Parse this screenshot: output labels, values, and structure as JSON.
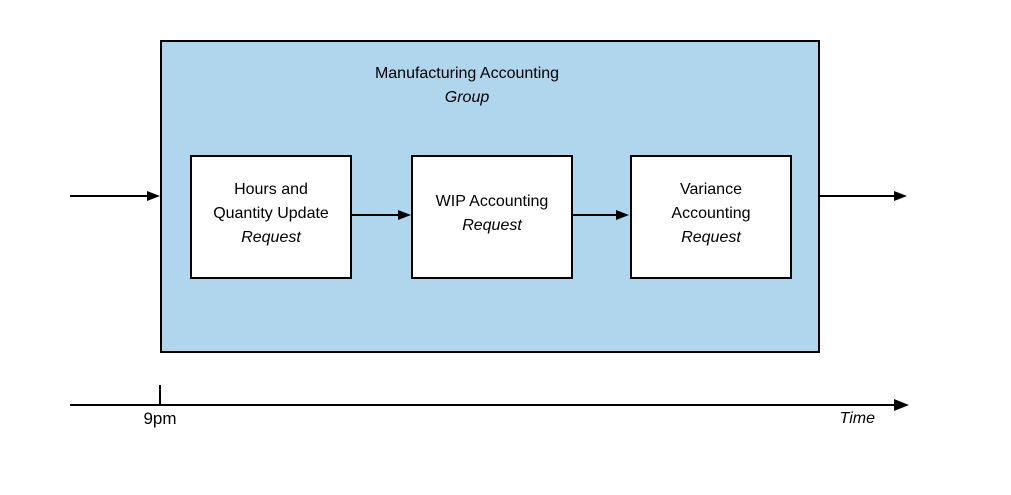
{
  "diagram": {
    "group": {
      "title_line1": "Manufacturing Accounting",
      "title_line2": "Group",
      "fill_color": "#B0D6EE",
      "border_color": "#000000"
    },
    "processes": [
      {
        "name_lines": [
          "Hours and",
          "Quantity Update"
        ],
        "request_label": "Request"
      },
      {
        "name_lines": [
          "WIP Accounting"
        ],
        "request_label": "Request"
      },
      {
        "name_lines": [
          "Variance",
          "Accounting"
        ],
        "request_label": "Request"
      }
    ],
    "timeline": {
      "tick_label": "9pm",
      "axis_label": "Time"
    }
  }
}
